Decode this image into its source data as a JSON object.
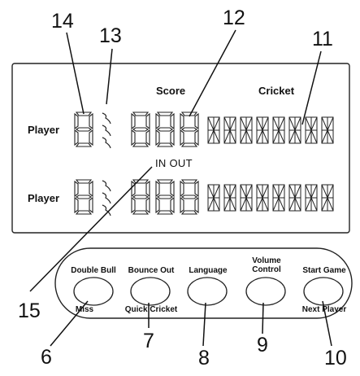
{
  "callouts": {
    "n14": "14",
    "n13": "13",
    "n12": "12",
    "n11": "11",
    "n15": "15",
    "n6": "6",
    "n7": "7",
    "n8": "8",
    "n9": "9",
    "n10": "10"
  },
  "display": {
    "score_label": "Score",
    "cricket_label": "Cricket",
    "player_label_top": "Player",
    "player_label_bottom": "Player",
    "in_out": "IN OUT"
  },
  "buttons": [
    {
      "top": "Double Bull",
      "bottom": "Miss"
    },
    {
      "top": "Bounce Out",
      "bottom": "Quick Cricket"
    },
    {
      "top": "Language",
      "bottom": ""
    },
    {
      "top": "Volume Control",
      "bottom": ""
    },
    {
      "top": "Start Game",
      "bottom": "Next Player"
    }
  ]
}
